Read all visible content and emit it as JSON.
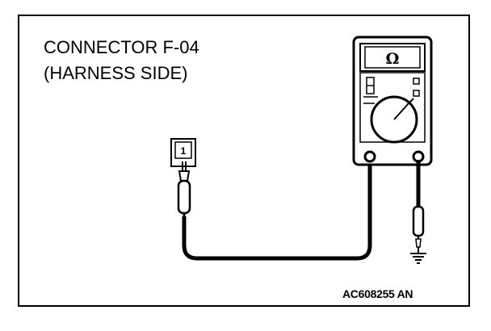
{
  "connector": {
    "title_line1": "CONNECTOR F-04",
    "title_line2": "(HARNESS SIDE)",
    "pin_number": "1"
  },
  "meter": {
    "mode_symbol": "Ω",
    "mode_icon": "ohm-icon"
  },
  "figure_code": "AC608255 AN",
  "colors": {
    "line": "#000000",
    "background": "#ffffff"
  }
}
